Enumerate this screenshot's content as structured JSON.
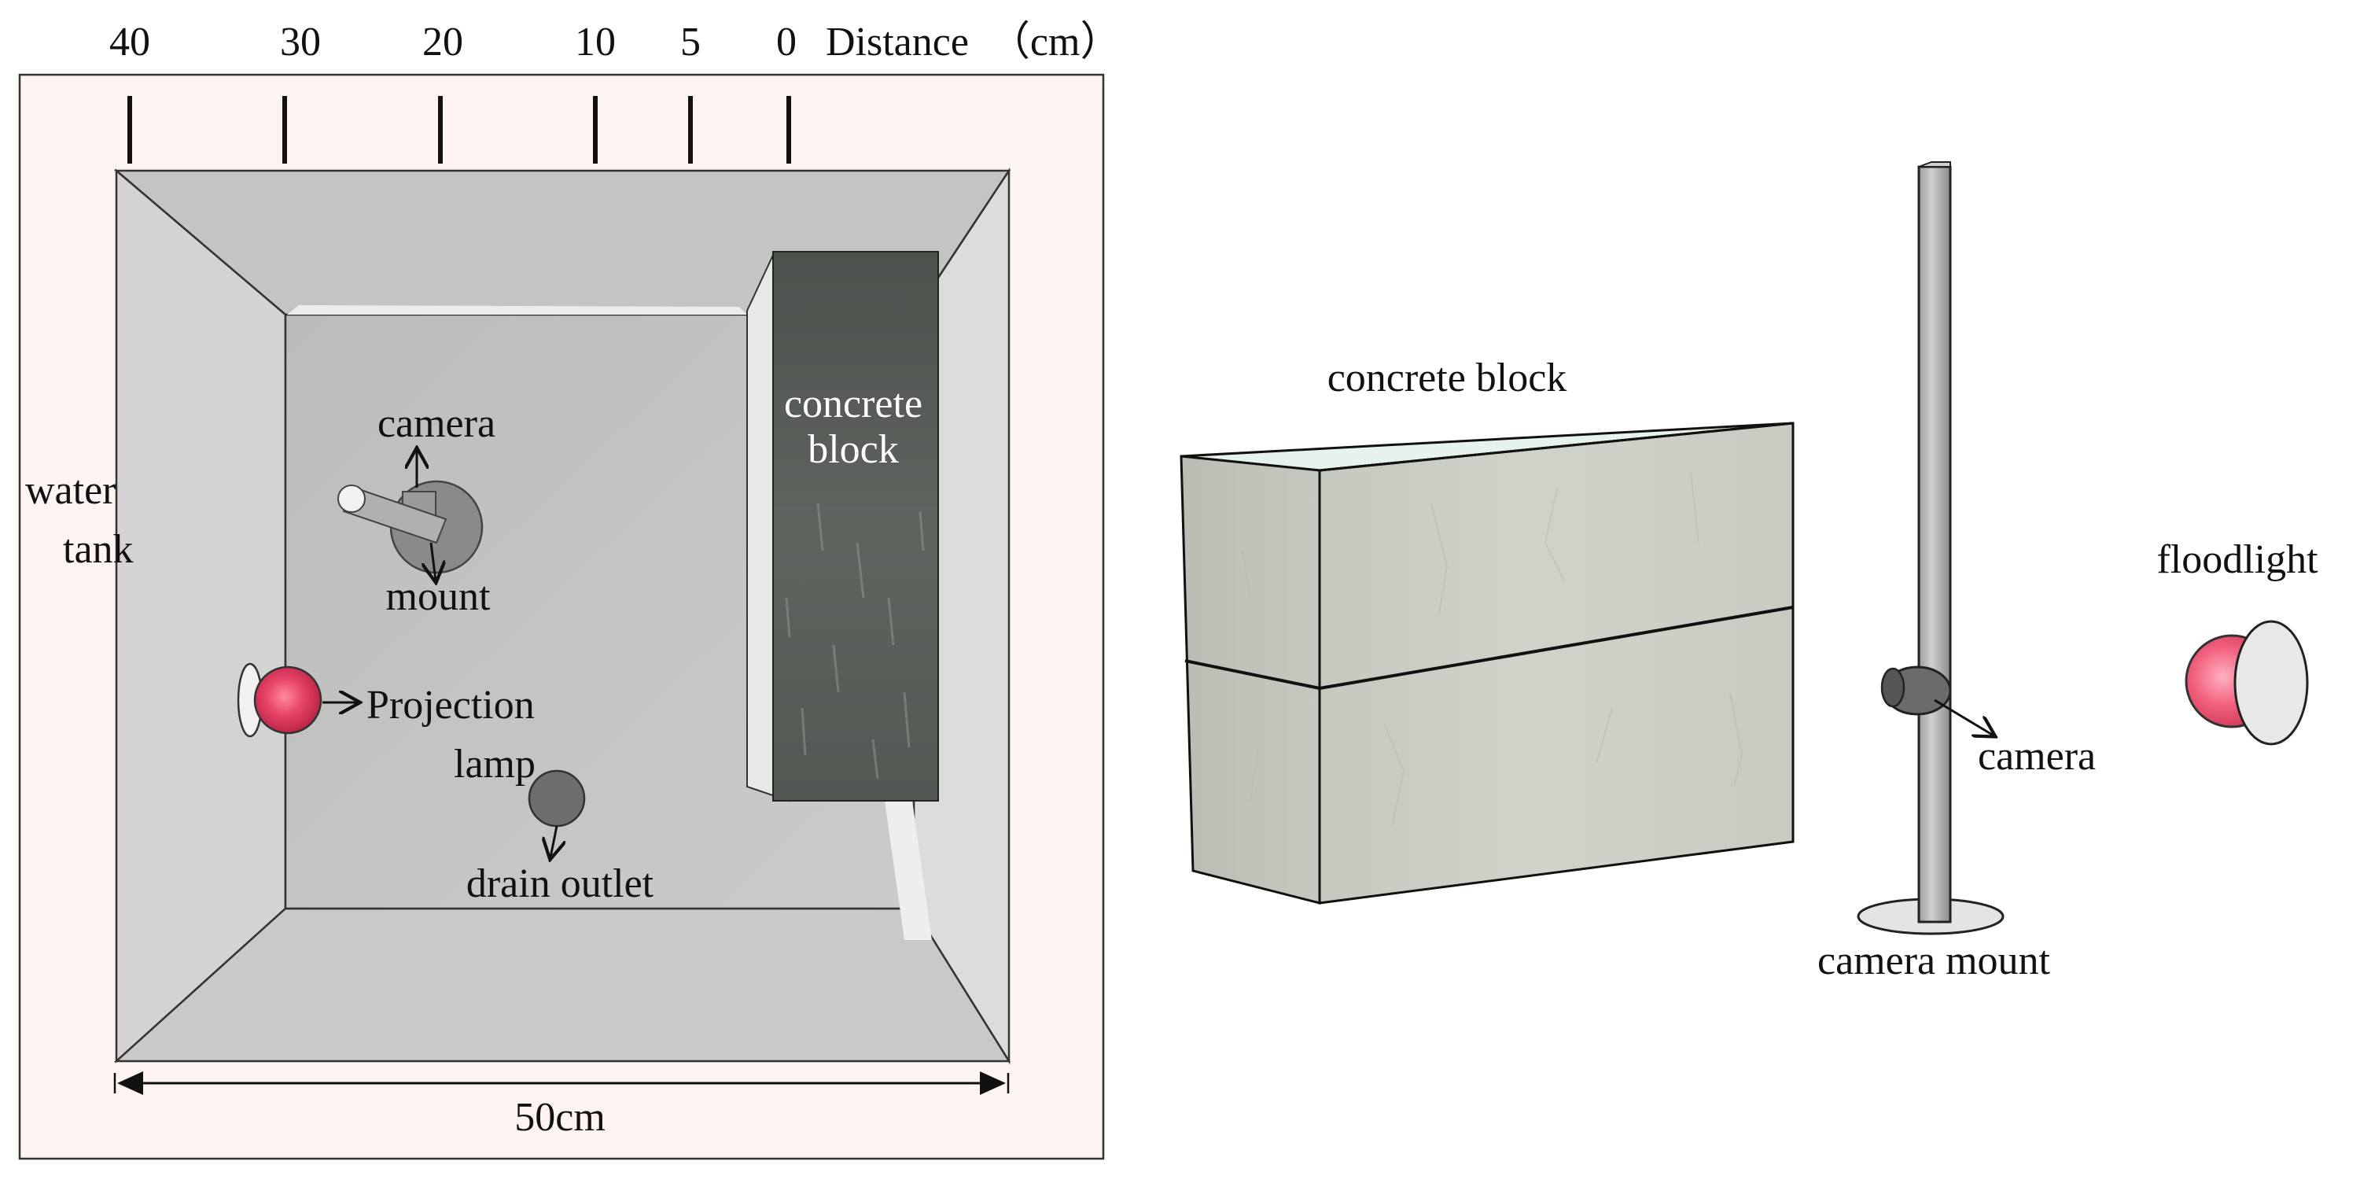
{
  "distance_axis": {
    "ticks": [
      "40",
      "30",
      "20",
      "10",
      "5",
      "0"
    ],
    "label": "Distance  （cm）"
  },
  "tank_view": {
    "water_tank": [
      "water",
      "tank"
    ],
    "concrete_block": [
      "concrete",
      "block"
    ],
    "camera": "camera",
    "mount": "mount",
    "projection_lamp": [
      "Projection",
      "lamp"
    ],
    "drain_outlet": "drain outlet",
    "width_label": "50cm"
  },
  "side_view": {
    "concrete_block": "concrete block",
    "camera": "camera",
    "camera_mount": "camera mount",
    "floodlight": "floodlight"
  },
  "colors": {
    "tank_background": "#fdf3f0",
    "tank_floor": "#c6c6c6",
    "block_dark": "#5d625d",
    "block_light": "#c5c9c0",
    "lamp_red": "#e64a6a"
  }
}
